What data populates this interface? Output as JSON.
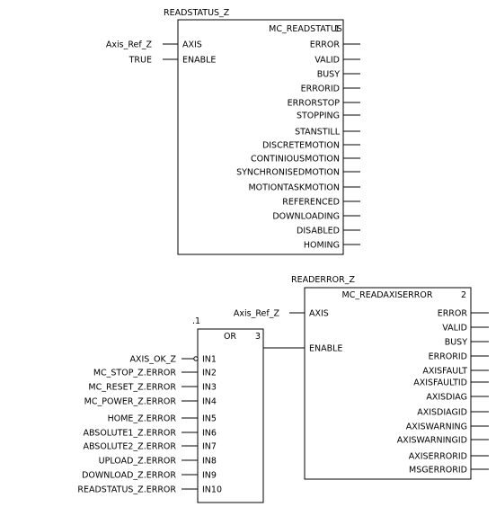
{
  "blocks": [
    {
      "instance": "READSTATUS_Z",
      "type": "MC_READSTATUS",
      "number": "1",
      "inputs": [
        {
          "pin": "AXIS",
          "connection": "Axis_Ref_Z",
          "negated": false
        },
        {
          "pin": "ENABLE",
          "connection": "TRUE",
          "negated": false
        }
      ],
      "outputs": [
        "ERROR",
        "VALID",
        "BUSY",
        "ERRORID",
        "ERRORSTOP",
        "STOPPING",
        "STANSTILL",
        "DISCRETEMOTION",
        "CONTINIOUSMOTION",
        "SYNCHRONISEDMOTION",
        "MOTIONTASKMOTION",
        "REFERENCED",
        "DOWNLOADING",
        "DISABLED",
        "HOMING"
      ]
    },
    {
      "instance": ".1",
      "type": "OR",
      "number": "3",
      "inputs": [
        {
          "pin": "IN1",
          "connection": "AXIS_OK_Z",
          "negated": true
        },
        {
          "pin": "IN2",
          "connection": "MC_STOP_Z.ERROR",
          "negated": false
        },
        {
          "pin": "IN3",
          "connection": "MC_RESET_Z.ERROR",
          "negated": false
        },
        {
          "pin": "IN4",
          "connection": "MC_POWER_Z.ERROR",
          "negated": false
        },
        {
          "pin": "IN5",
          "connection": "HOME_Z.ERROR",
          "negated": false
        },
        {
          "pin": "IN6",
          "connection": "ABSOLUTE1_Z.ERROR",
          "negated": false
        },
        {
          "pin": "IN7",
          "connection": "ABSOLUTE2_Z.ERROR",
          "negated": false
        },
        {
          "pin": "IN8",
          "connection": "UPLOAD_Z.ERROR",
          "negated": false
        },
        {
          "pin": "IN9",
          "connection": "DOWNLOAD_Z.ERROR",
          "negated": false
        },
        {
          "pin": "IN10",
          "connection": "READSTATUS_Z.ERROR",
          "negated": false
        }
      ],
      "outputs": []
    },
    {
      "instance": "READERROR_Z",
      "type": "MC_READAXISERROR",
      "number": "2",
      "inputs": [
        {
          "pin": "AXIS",
          "connection": "Axis_Ref_Z",
          "negated": false
        },
        {
          "pin": "ENABLE",
          "connection": "",
          "negated": false
        }
      ],
      "outputs": [
        "ERROR",
        "VALID",
        "BUSY",
        "ERRORID",
        "AXISFAULT",
        "AXISFAULTID",
        "AXISDIAG",
        "AXISDIAGID",
        "AXISWARNING",
        "AXISWARNINGID",
        "AXISERRORID",
        "MSGERRORID"
      ]
    }
  ]
}
